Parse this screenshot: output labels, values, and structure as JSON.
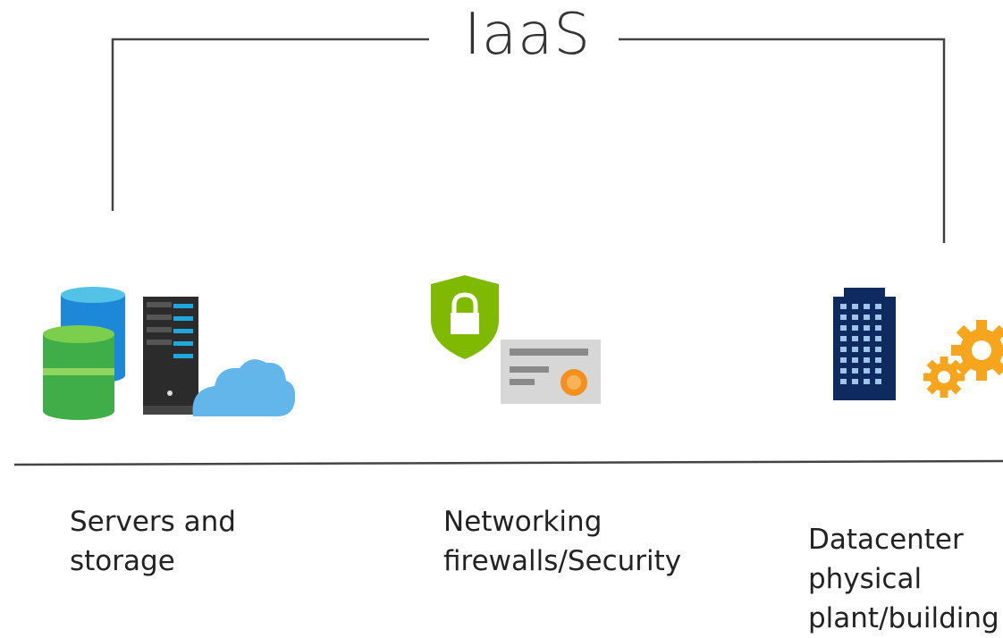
{
  "diagram": {
    "title": "IaaS",
    "items": [
      {
        "label": "Servers and\nstorage",
        "icons": [
          "database-icon",
          "server-tower-icon",
          "cloud-icon"
        ]
      },
      {
        "label": "Networking\nfirewalls/Security",
        "icons": [
          "shield-lock-icon",
          "certificate-card-icon"
        ]
      },
      {
        "label": "Datacenter\nphysical\nplant/building",
        "icons": [
          "office-building-icon",
          "gears-icon"
        ]
      }
    ],
    "colors": {
      "line": "#444444",
      "db_blue": "#1e88d8",
      "db_green": "#3fae49",
      "server_dark": "#2b2b2b",
      "server_accent": "#1fa8e0",
      "cloud": "#62b6ea",
      "shield": "#7fba00",
      "card": "#d7d7d7",
      "card_seal": "#f5901e",
      "building": "#0e2a5e",
      "gear": "#f7a51c"
    }
  }
}
